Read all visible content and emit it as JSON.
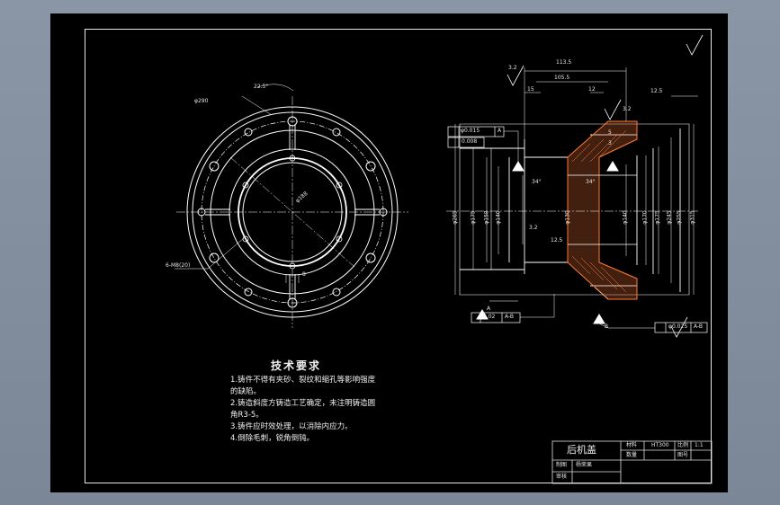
{
  "drawing": {
    "part_name": "后机盖",
    "tech_requirements": {
      "title": "技术要求",
      "lines": [
        "1.铸件不得有夹砂、裂纹和缩孔等影响强度",
        "的缺陷。",
        "2.铸造斜度方铸造工艺确定，未注明铸造圆",
        "角R3-5。",
        "3.铸件应时效处理，以消除内应力。",
        "4.倒除毛刺，锐角倒钝。"
      ]
    },
    "front_view_labels": {
      "dim_angle": "22.5°",
      "dim_pcd": "φ290",
      "dim_bore": "φ188",
      "dim_holes": "6-M8(20)",
      "dim_slot": "8"
    },
    "section_view_labels": {
      "dim_top_overall": "113.5",
      "dim_top_inner": "105.5",
      "dim_top_left": "15",
      "dim_top_right": "12",
      "dim_right_top": "12.5",
      "dim_small_a": "5",
      "dim_small_b": "3",
      "dim_angle_left": "34°",
      "dim_angle_right": "34°",
      "dim_mid": "12.5",
      "dim_left_1": "φ265",
      "dim_left_2": "φ175",
      "dim_left_3": "φ158",
      "dim_left_4": "φ140",
      "dim_center": "φ130",
      "dim_right_1": "φ140",
      "dim_right_2": "φ170",
      "dim_right_3": "φ175",
      "dim_right_4": "φ245",
      "dim_right_5": "φ255",
      "dim_right_6": "φ315",
      "roughness_1": "3.2",
      "roughness_2": "3.2",
      "roughness_3": "3.2",
      "datum_label": "A",
      "datum_label_b": "B"
    },
    "gdt": {
      "frame1_value": "φ0.015",
      "frame1_ref": "A",
      "frame2_value": "0.008",
      "frame3_value": "0.02",
      "frame3_ref": "A-B",
      "frame4_value": "φ0.025",
      "frame4_ref": "A-B"
    },
    "title_block": {
      "material_label": "材料",
      "material_value": "HT300",
      "scale_label": "比例",
      "scale_value": "1:1",
      "qty_label": "数量",
      "drawing_no_label": "图号",
      "draw_label": "制图",
      "check_label": "审核",
      "drafter_name": "杨荣果"
    }
  }
}
